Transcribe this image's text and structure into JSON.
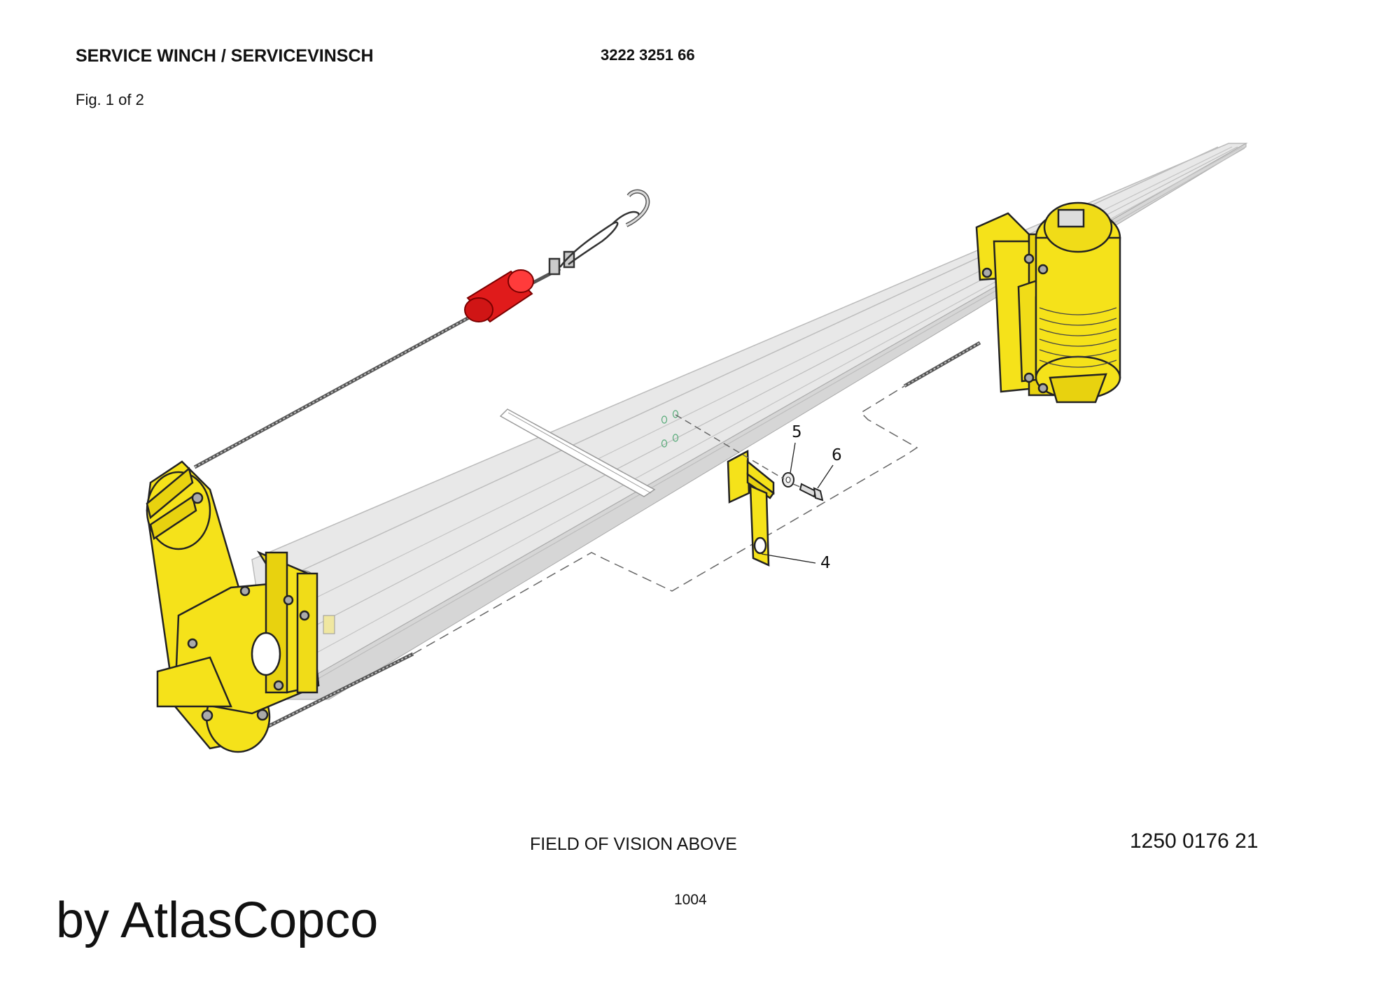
{
  "header": {
    "title": "SERVICE WINCH / SERVICEVINSCH",
    "document_number": "3222 3251 66",
    "figure_label": "Fig. 1 of 2"
  },
  "footer": {
    "field_note": "FIELD OF VISION ABOVE",
    "drawing_number": "1250 0176 21",
    "page_number": "1004",
    "brand": "by AtlasCopco"
  },
  "callouts": {
    "part_4": "4",
    "part_5": "5",
    "part_6": "6"
  },
  "colors": {
    "part_yellow": "#f5e21a",
    "part_red": "#e01b1b",
    "beam_gray": "#e6e6e6",
    "outline": "#222222"
  }
}
